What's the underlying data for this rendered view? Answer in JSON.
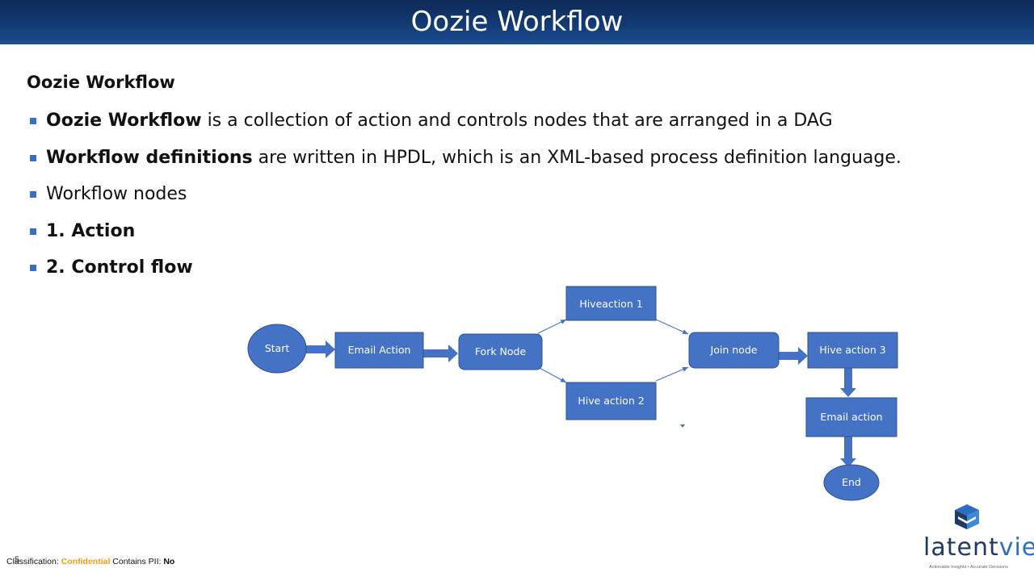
{
  "header": {
    "title": "Oozie Workflow"
  },
  "section_title": "Oozie Workflow",
  "bullets": [
    {
      "bold": "Oozie Workflow",
      "text": " is a collection of action and controls nodes that are arranged in a DAG"
    },
    {
      "bold": "Workflow definitions",
      "text": " are written in HPDL, which is an XML-based process definition language."
    },
    {
      "bold": "",
      "text": "Workflow nodes"
    },
    {
      "bold": "1. Action",
      "text": ""
    },
    {
      "bold": "2. Control flow",
      "text": ""
    }
  ],
  "flowchart": {
    "fill_color": "#4472c4",
    "stroke_color": "#2f528f",
    "nodes": {
      "start": "Start",
      "email_action": "Email Action",
      "fork_node": "Fork Node",
      "hive_action_1": "Hiveaction 1",
      "hive_action_2": "Hive action 2",
      "join_node": "Join node",
      "hive_action_3": "Hive action 3",
      "email_action_2": "Email action",
      "end": "End"
    }
  },
  "footer": {
    "classification_label": "Classification:",
    "classification_value": "Confidential",
    "pii_label": "Contains PII:",
    "pii_value": "No",
    "page_number": "5"
  },
  "logo": {
    "word_part_1": "latent",
    "word_part_2": "view",
    "tagline": "Actionable Insights • Accurate Decisions"
  }
}
